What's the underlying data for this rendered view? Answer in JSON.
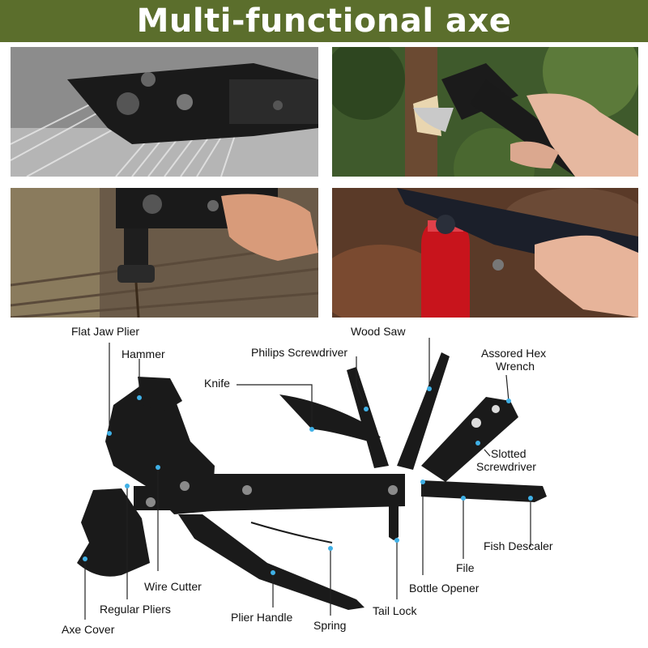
{
  "title": "Multi-functional axe",
  "colors": {
    "banner": "#5b6e2c",
    "tool": "#1a1a1a",
    "dot": "#3fb0e6",
    "leader": "#222222"
  },
  "photos": [
    {
      "name": "photo-cutting-wire",
      "scene": "grayscale"
    },
    {
      "name": "photo-chopping-branch",
      "scene": "forest"
    },
    {
      "name": "photo-hammering-nail",
      "scene": "wood-deck"
    },
    {
      "name": "photo-opening-bottle",
      "scene": "leaves"
    }
  ],
  "labels": {
    "flat_jaw_plier": "Flat Jaw Plier",
    "hammer": "Hammer",
    "knife": "Knife",
    "philips_screwdriver": "Philips Screwdriver",
    "wood_saw": "Wood Saw",
    "hex_wrench_1": "Assored Hex",
    "hex_wrench_2": "Wrench",
    "slotted_1": "Slotted",
    "slotted_2": "Screwdriver",
    "fish_descaler": "Fish Descaler",
    "file": "File",
    "bottle_opener": "Bottle Opener",
    "tail_lock": "Tail Lock",
    "spring": "Spring",
    "plier_handle": "Plier Handle",
    "wire_cutter": "Wire Cutter",
    "regular_pliers": "Regular Pliers",
    "axe_cover": "Axe Cover"
  }
}
